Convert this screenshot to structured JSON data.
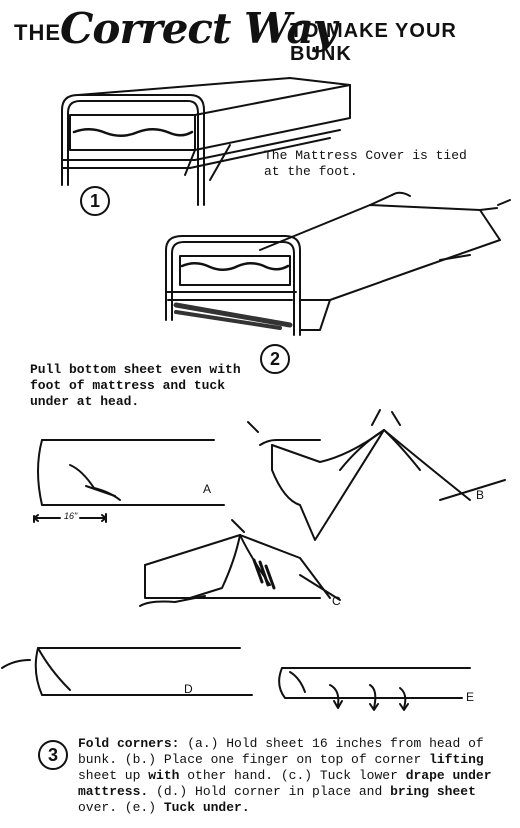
{
  "header": {
    "word_the": "THE",
    "word_correct_way": "Correct Way",
    "word_rest": "TO MAKE YOUR BUNK"
  },
  "step1": {
    "number": "1",
    "caption_line1": "The Mattress Cover is tied",
    "caption_line2": "at the foot."
  },
  "step2": {
    "number": "2",
    "caption_line1": "Pull bottom sheet even with",
    "caption_line2": "foot of mattress and tuck",
    "caption_line3": "under at head."
  },
  "figures": {
    "label_a": "A",
    "label_b": "B",
    "label_c": "C",
    "label_d": "D",
    "label_e": "E",
    "measure": "16\""
  },
  "step3": {
    "number": "3",
    "fold_corners": "Fold corners:",
    "part1": " (a.) Hold sheet 16 inches from head of bunk. (b.) Place one finger on top of corner ",
    "lifting": "lifting",
    "part2": " sheet up ",
    "with": "with",
    "part3": " other hand. (c.) Tuck lower ",
    "drape_under": "drape under",
    "mattress": "mattress.",
    "part4": " (d.) Hold corner in place and ",
    "bring_sheet": "bring sheet",
    "part5": " over. (e.) ",
    "tuck_under": "Tuck under."
  }
}
